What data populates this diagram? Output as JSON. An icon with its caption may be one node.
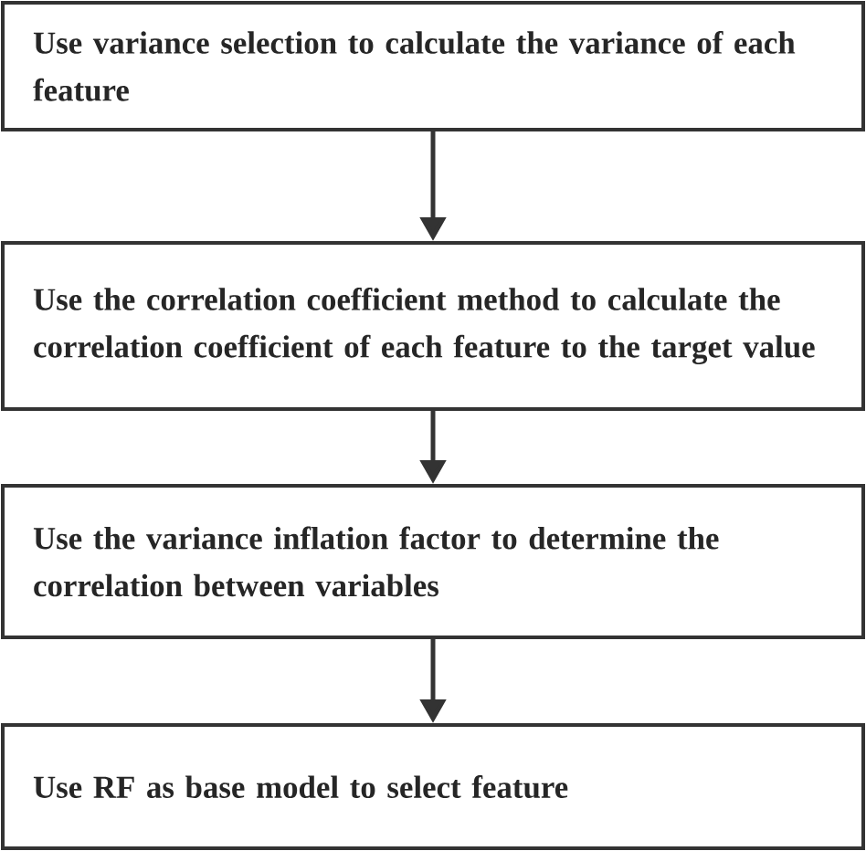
{
  "diagram": {
    "nodes": [
      {
        "text": [
          "Use variance selection to calculate the variance of each feature"
        ]
      },
      {
        "text": [
          "Use the correlation coefficient method to calculate the correlation coefficient of each feature to the target value"
        ]
      },
      {
        "text": [
          "Use the variance inflation factor to determine the correlation between variables"
        ]
      },
      {
        "text": [
          "Use RF as base model to select feature"
        ]
      }
    ],
    "edges": [
      {
        "from": 0,
        "to": 1,
        "arrow": "to"
      },
      {
        "from": 1,
        "to": 2,
        "arrow": "to"
      },
      {
        "from": 2,
        "to": 3,
        "arrow": "to"
      }
    ]
  }
}
